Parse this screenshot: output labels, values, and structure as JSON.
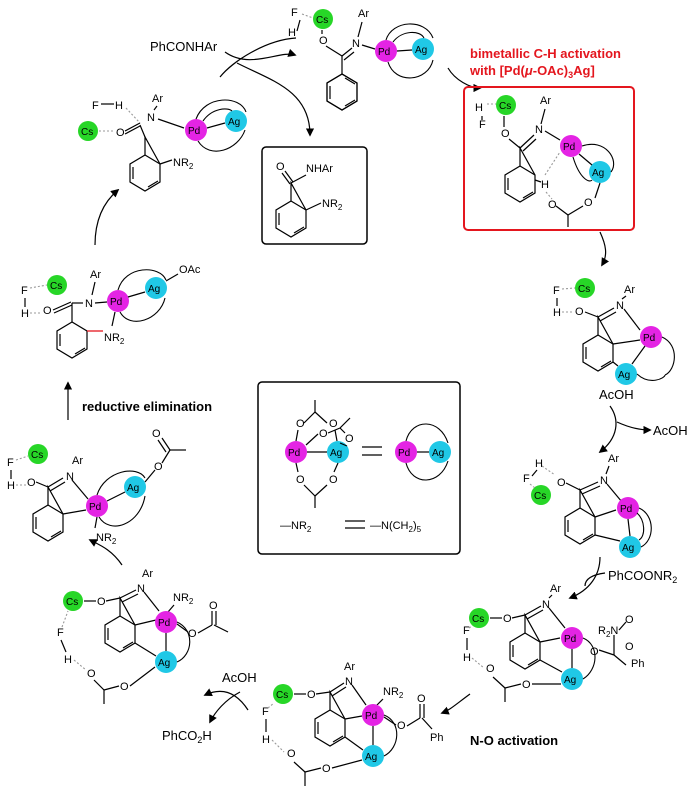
{
  "labels": {
    "top_reagent": "PhCONHAr",
    "activation_title_1": "bimetallic C-H activation",
    "activation_title_2_pre": "with [Pd(",
    "activation_title_2_mu": "μ",
    "activation_title_2_post": "-OAc)",
    "activation_title_2_sub": "3",
    "activation_title_2_end": "Ag]",
    "acoh_out": "AcOH",
    "acoh_label": "AcOH",
    "phcoonr2_pre": "PhCOONR",
    "phcoonr2_sub": "2",
    "no_activation": "N-O activation",
    "acoh_in": "AcOH",
    "phco2h_pre": "PhCO",
    "phco2h_sub": "2",
    "phco2h_post": "H",
    "reductive_elimination": "reductive elimination"
  },
  "product": {
    "nhar": "NHAr",
    "o": "O",
    "nr2_pre": "NR",
    "nr2_sub": "2"
  },
  "legend": {
    "equals": "═",
    "nr2_pre": "—NR",
    "nr2_sub": "2",
    "nch2_pre": "—N(CH",
    "nch2_sub": "2",
    "nch2_post": ")",
    "nch2_sub2": "5"
  },
  "atoms": {
    "cs": "Cs",
    "pd": "Pd",
    "ag": "Ag",
    "f": "F",
    "h": "H",
    "o": "O",
    "n": "N",
    "ar": "Ar",
    "oac": "OAc",
    "nr2": "NR",
    "sub2": "2",
    "ph": "Ph",
    "r2n": "R",
    "r2n_post": "N"
  },
  "colors": {
    "cs": "#27d627",
    "pd": "#e424e4",
    "ag": "#20c8e6",
    "highlight": "#e4161e"
  }
}
